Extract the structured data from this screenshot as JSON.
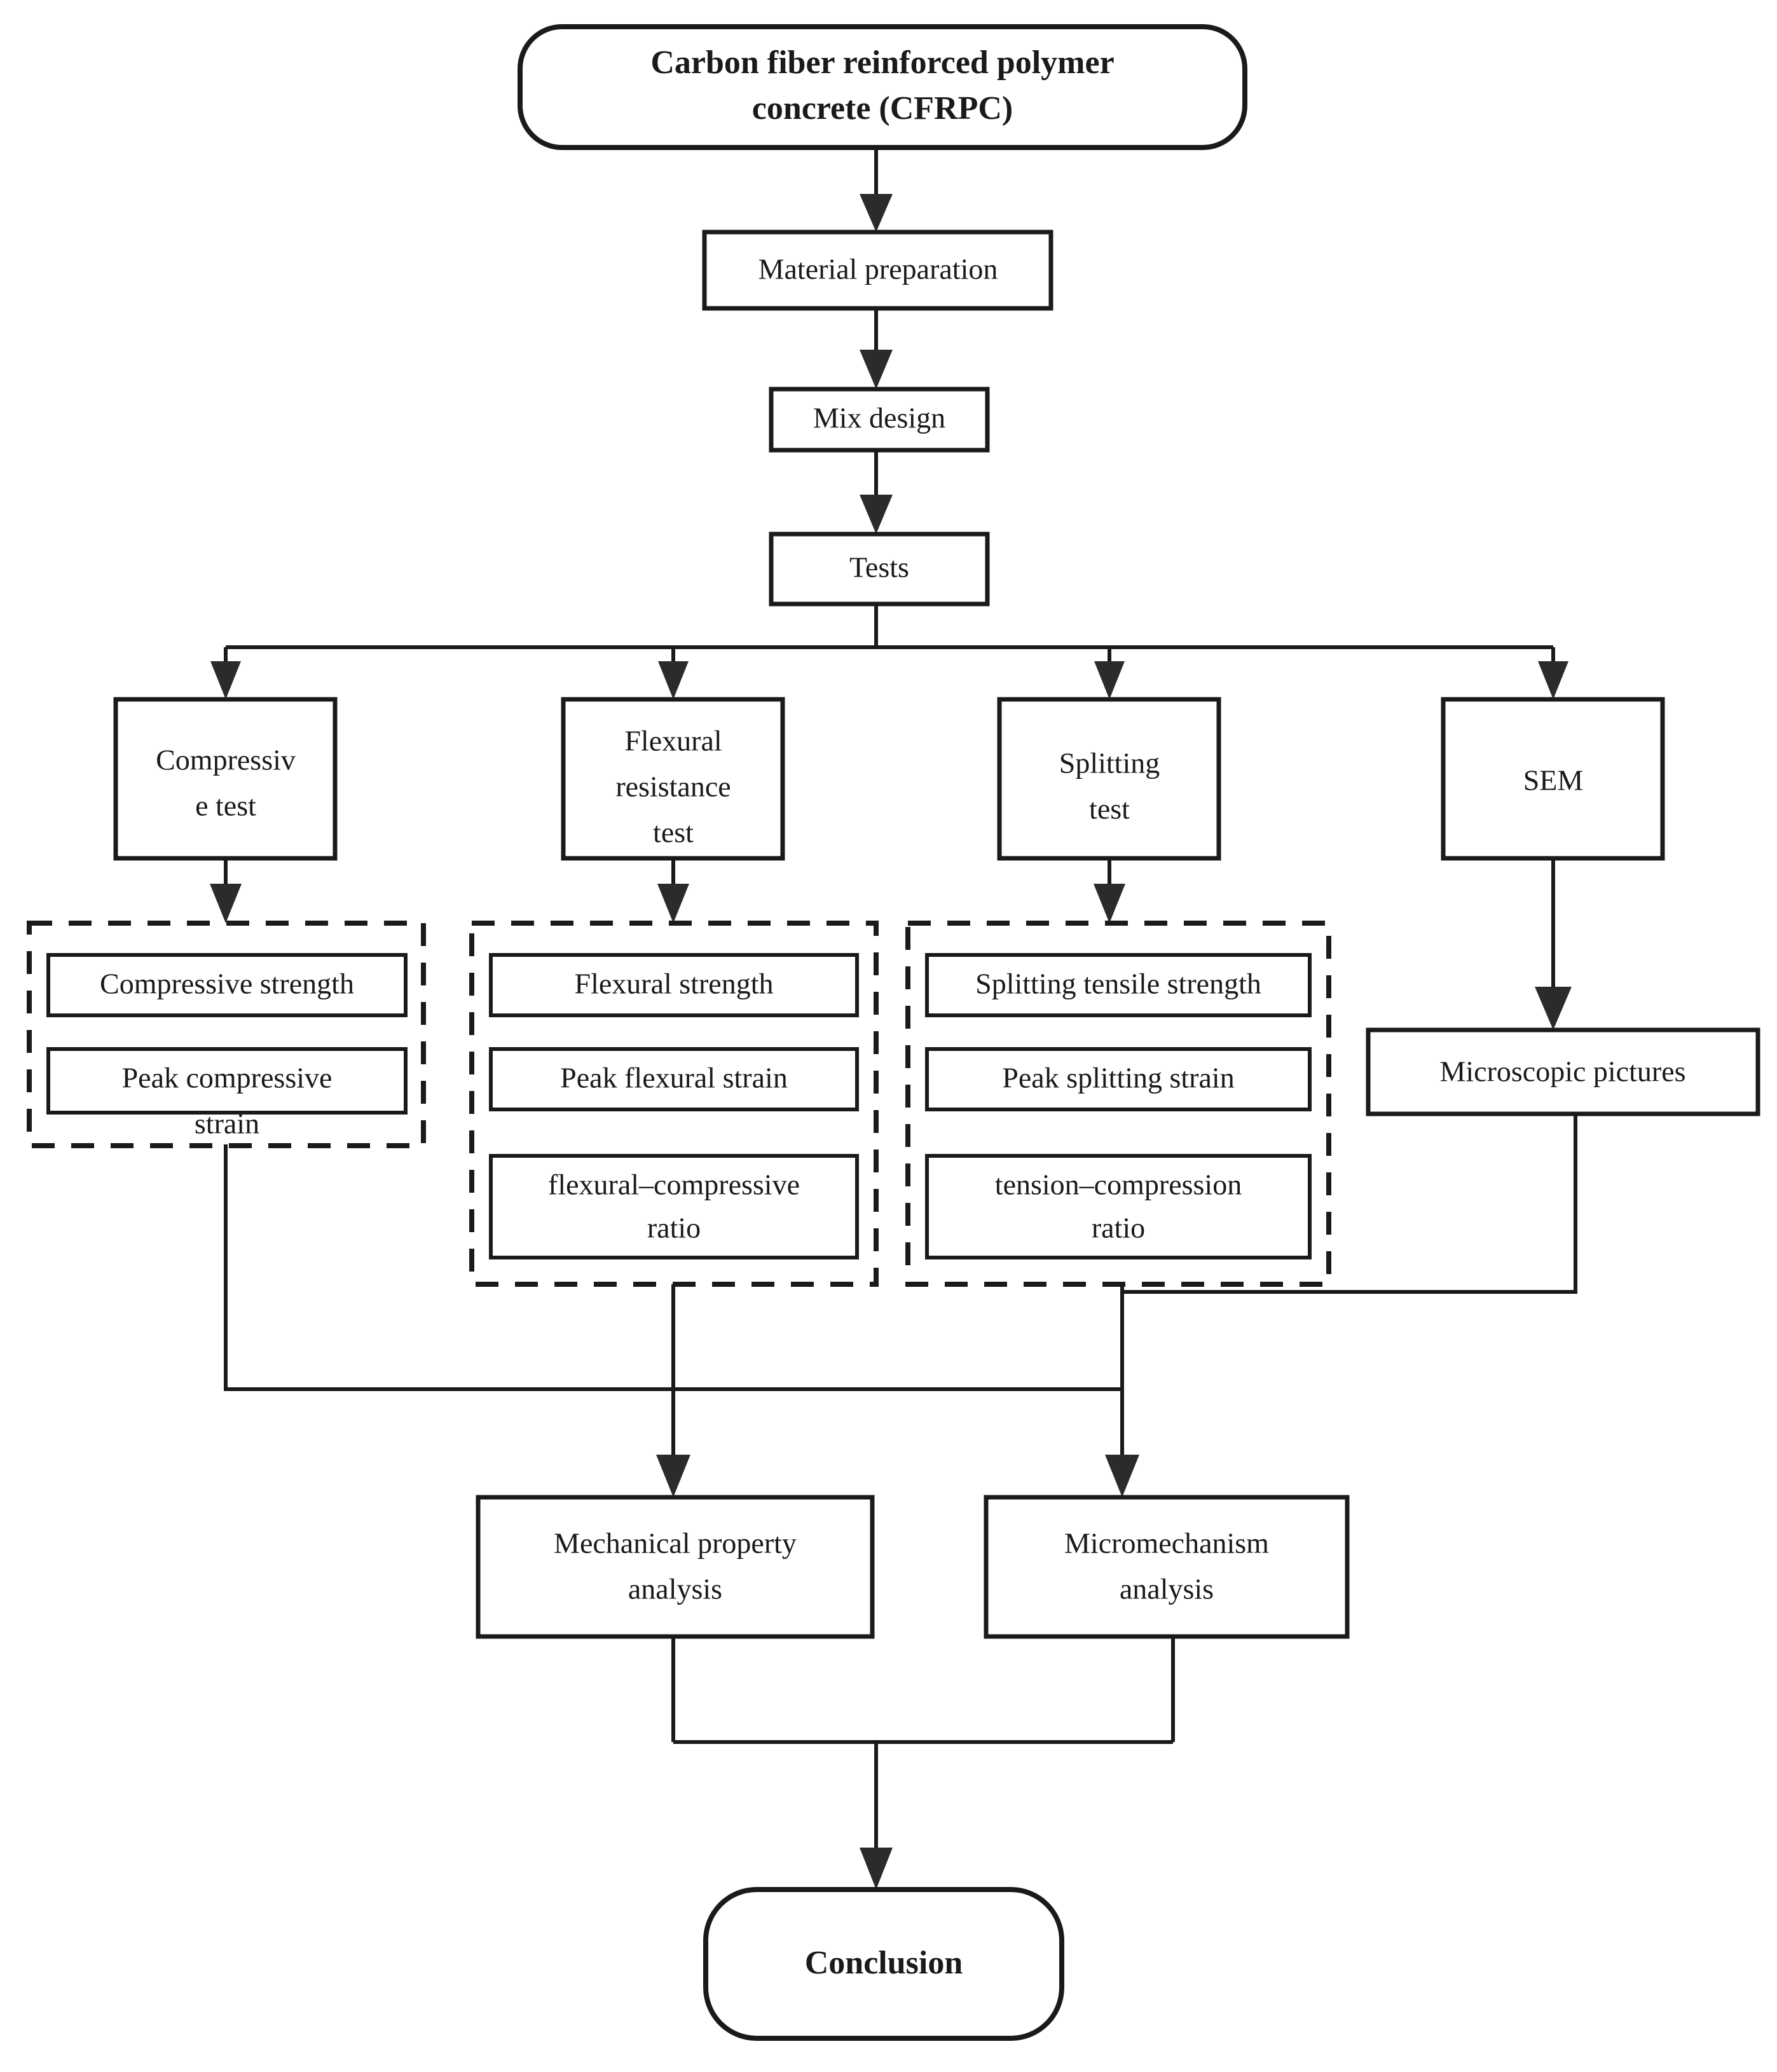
{
  "diagram": {
    "title_node": {
      "id": "cfrpc",
      "label_line1": "Carbon fiber reinforced polymer",
      "label_line2": "concrete (CFRPC)",
      "shape": "rounded-terminal"
    },
    "process_nodes": [
      {
        "id": "material-preparation",
        "label": "Material preparation"
      },
      {
        "id": "mix-design",
        "label": "Mix design"
      },
      {
        "id": "tests",
        "label": "Tests"
      }
    ],
    "test_nodes": [
      {
        "id": "compressive-test",
        "label_line1": "Compressiv",
        "label_line2": "e test"
      },
      {
        "id": "flexural-resistance-test",
        "label_line1": "Flexural",
        "label_line2": "resistance",
        "label_line3": "test"
      },
      {
        "id": "splitting-test",
        "label_line1": "Splitting",
        "label_line2": "test"
      },
      {
        "id": "sem",
        "label_line1": "SEM"
      }
    ],
    "result_groups": [
      {
        "id": "compressive-results",
        "items": [
          {
            "id": "compressive-strength",
            "label": "Compressive strength"
          },
          {
            "id": "peak-compressive-strain",
            "label_line1": "Peak compressive",
            "label_line2": "strain"
          }
        ]
      },
      {
        "id": "flexural-results",
        "items": [
          {
            "id": "flexural-strength",
            "label": "Flexural strength"
          },
          {
            "id": "peak-flexural-strain",
            "label": "Peak flexural  strain"
          },
          {
            "id": "flexural-compressive-ratio",
            "label_line1": "flexural–compressive",
            "label_line2": "ratio"
          }
        ]
      },
      {
        "id": "splitting-results",
        "items": [
          {
            "id": "splitting-tensile-strength",
            "label": "Splitting tensile strength"
          },
          {
            "id": "peak-splitting-strain",
            "label": "Peak splitting  strain"
          },
          {
            "id": "tension-compression-ratio",
            "label_line1": "tension–compression",
            "label_line2": "ratio"
          }
        ]
      }
    ],
    "sem_result": {
      "id": "microscopic-pictures",
      "label": "Microscopic pictures"
    },
    "analysis_nodes": [
      {
        "id": "mechanical-property-analysis",
        "label_line1": "Mechanical property",
        "label_line2": "analysis"
      },
      {
        "id": "micromechanism-analysis",
        "label_line1": "Micromechanism",
        "label_line2": "analysis"
      }
    ],
    "conclusion_node": {
      "id": "conclusion",
      "label": "Conclusion",
      "shape": "rounded-terminal"
    },
    "colors": {
      "stroke": "#1a1a1a",
      "fill": "#ffffff",
      "arrow": "#2b2b2b",
      "background": "#ffffff"
    }
  }
}
